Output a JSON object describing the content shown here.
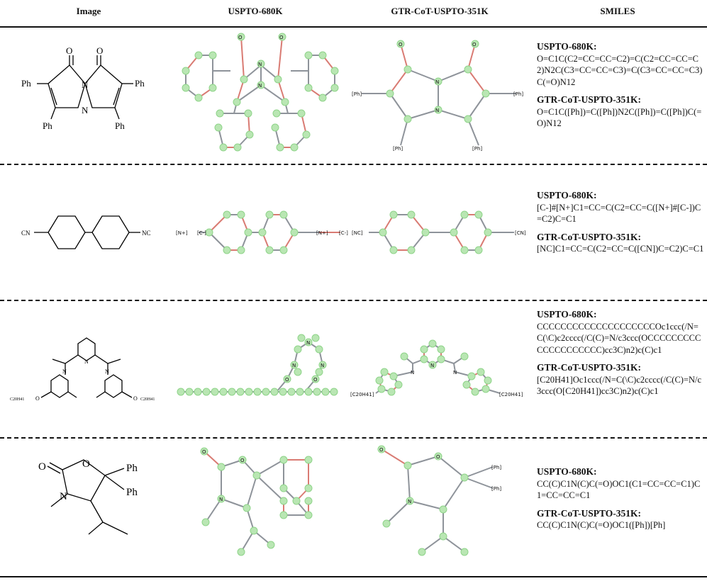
{
  "headers": [
    "Image",
    "USPTO-680K",
    "GTR-CoT-USPTO-351K",
    "SMILES"
  ],
  "rows": [
    {
      "image_labels": [
        "O",
        "O",
        "N",
        "N",
        "Ph",
        "Ph",
        "Ph",
        "Ph"
      ],
      "graph_a_labels": [
        "O",
        "O",
        "N",
        "N"
      ],
      "graph_b_labels": [
        "O",
        "O",
        "N",
        "N",
        "[Ph]",
        "[Ph]",
        "[Ph]",
        "[Ph]"
      ],
      "smiles": [
        {
          "label": "USPTO-680K:",
          "value": "O=C1C(C2=CC=CC=C2)=C(C2=CC=CC=C2)N2C(C3=CC=CC=C3)=C(C3=CC=CC=C3)C(=O)N12"
        },
        {
          "label": "GTR-CoT-USPTO-351K:",
          "value": "O=C1C([Ph])=C([Ph])N2C([Ph])=C([Ph])C(=O)N12"
        }
      ]
    },
    {
      "image_labels": [
        "CN",
        "NC"
      ],
      "graph_a_labels": [
        "[N+]",
        "[C-]",
        "[N+]",
        "[C-]"
      ],
      "graph_b_labels": [
        "[NC]",
        "[CN]"
      ],
      "smiles": [
        {
          "label": "USPTO-680K:",
          "value": "[C-]#[N+]C1=CC=C(C2=CC=C([N+]#[C-])C=C2)C=C1"
        },
        {
          "label": "GTR-CoT-USPTO-351K:",
          "value": "[NC]C1=CC=C(C2=CC=C([CN])C=C2)C=C1"
        }
      ]
    },
    {
      "image_labels": [
        "N",
        "N",
        "N",
        "O",
        "O",
        "C20H41",
        "C20H41"
      ],
      "graph_a_labels": [
        "N",
        "N",
        "N",
        "O",
        "O"
      ],
      "graph_b_labels": [
        "N",
        "N",
        "N",
        "[C20H41]",
        "[C20H41]"
      ],
      "smiles": [
        {
          "label": "USPTO-680K:",
          "value": "CCCCCCCCCCCCCCCCCCCCOc1ccc(/N=C(\\C)c2cccc(/C(C)=N/c3ccc(OCCCCCCCCCCCCCCCCCCCC)cc3C)n2)c(C)c1"
        },
        {
          "label": "GTR-CoT-USPTO-351K:",
          "value": "[C20H41]Oc1ccc(/N=C(\\C)c2cccc(/C(C)=N/c3ccc(O[C20H41])cc3C)n2)c(C)c1"
        }
      ]
    },
    {
      "image_labels": [
        "O",
        "O",
        "N",
        "Ph",
        "Ph"
      ],
      "graph_a_labels": [
        "O",
        "O",
        "N"
      ],
      "graph_b_labels": [
        "O",
        "O",
        "N",
        "[Ph]",
        "[Ph]"
      ],
      "smiles": [
        {
          "label": "USPTO-680K:",
          "value": "CC(C)C1N(C)C(=O)OC1(C1=CC=CC=C1)C1=CC=CC=C1"
        },
        {
          "label": "GTR-CoT-USPTO-351K:",
          "value": "CC(C)C1N(C)C(=O)OC1([Ph])[Ph]"
        }
      ]
    }
  ]
}
